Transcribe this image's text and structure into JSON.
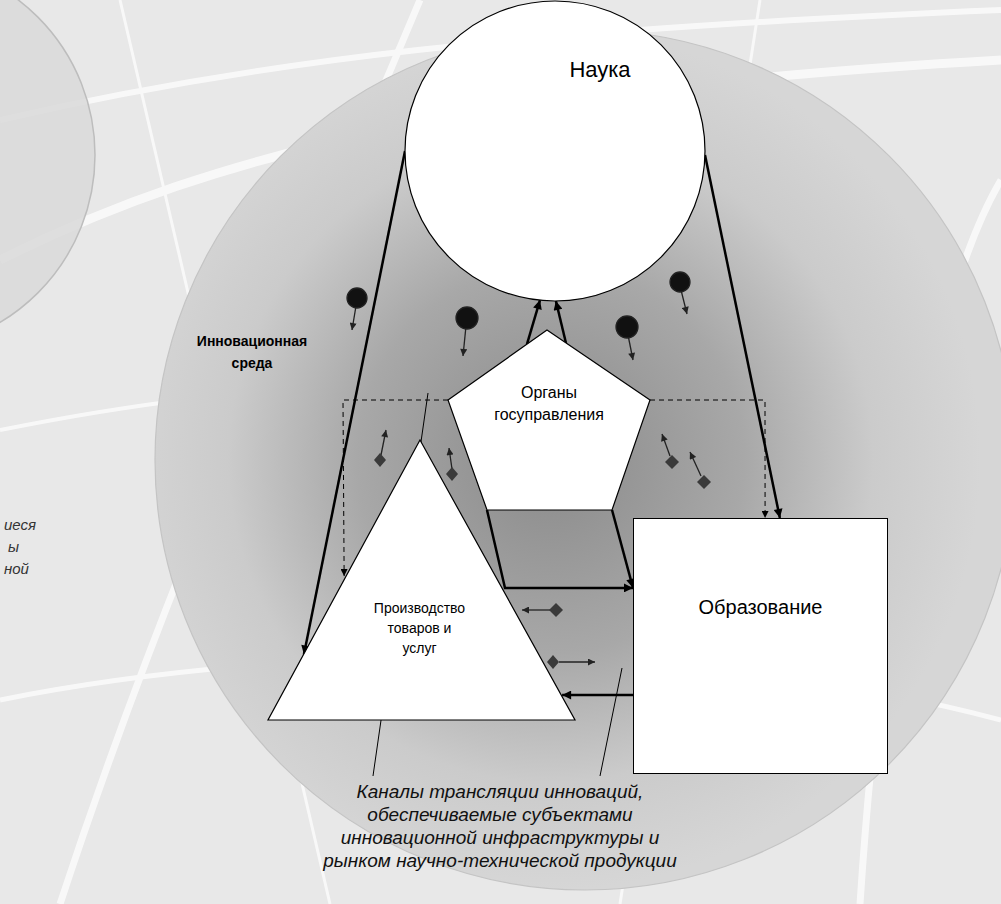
{
  "diagram": {
    "nodes": [
      {
        "text": [
          "Инновационная среда"
        ]
      },
      {
        "text": [
          "Наука"
        ],
        "in": 0
      },
      {
        "text": [
          "Органы госуправления"
        ],
        "in": 0
      },
      {
        "text": [
          "Производство товаров и услуг"
        ],
        "in": 0
      },
      {
        "text": [
          "Образование"
        ],
        "in": 0
      }
    ],
    "edges": [
      {
        "from": 1,
        "to": 3,
        "arrow": "to"
      },
      {
        "from": 1,
        "to": 4,
        "arrow": "to"
      },
      {
        "from": 2,
        "to": 1,
        "arrow": "to"
      },
      {
        "from": 2,
        "to": 1,
        "arrow": "to"
      },
      {
        "from": 2,
        "to": 3,
        "arrow": "to"
      },
      {
        "from": 2,
        "to": 4,
        "arrow": "to"
      },
      {
        "from": 2,
        "to": 4,
        "arrow": "to"
      },
      {
        "from": 2,
        "to": 4,
        "arrow": "to"
      },
      {
        "from": 4,
        "to": 3,
        "arrow": "to"
      }
    ],
    "labels": [
      "иеся",
      "ы",
      "ной",
      "Каналы трансляции инноваций, обеспечиваемые субъектами инновационной инфраструктуры и рынком научно-технической продукции"
    ]
  }
}
